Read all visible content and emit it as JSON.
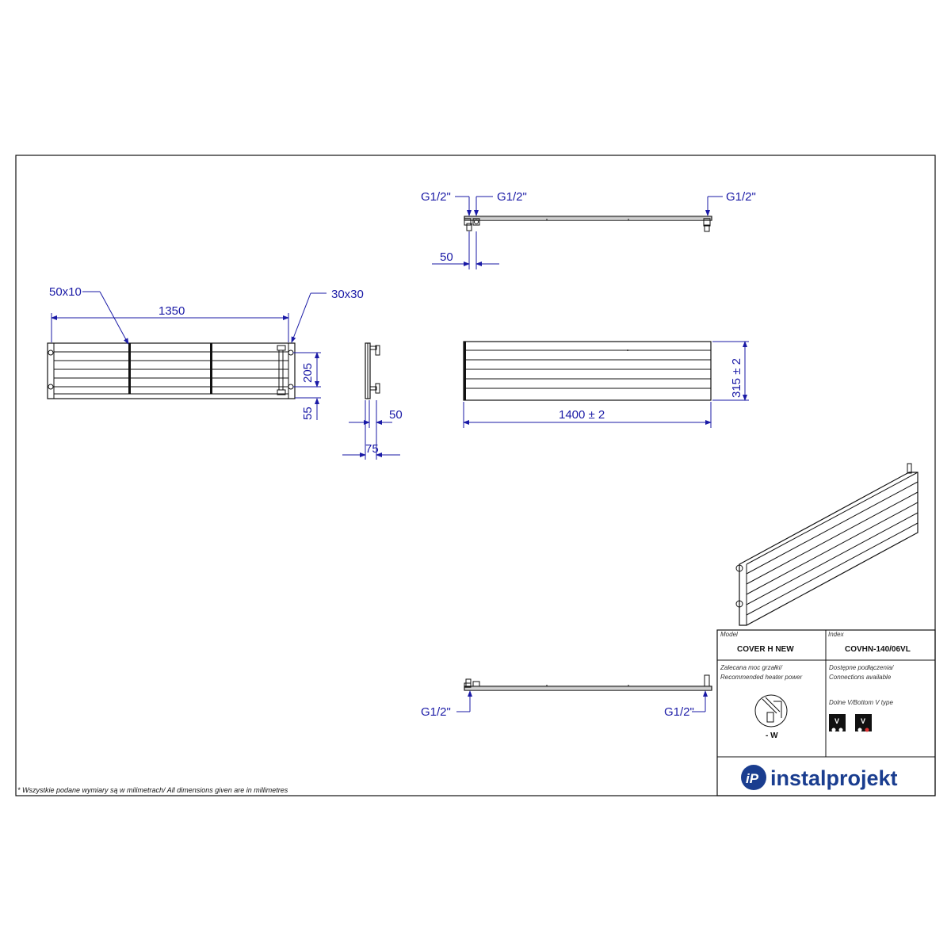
{
  "dimensions": {
    "top_g1": "G1/2\"",
    "top_g2": "G1/2\"",
    "top_g3": "G1/2\"",
    "top_50": "50",
    "label_50x10": "50x10",
    "label_30x30": "30x30",
    "dim_1350": "1350",
    "dim_205": "205",
    "dim_55": "55",
    "side_50": "50",
    "side_75": "75",
    "dim_1400": "1400  ± 2",
    "dim_315": "315  ± 2",
    "bottom_g1": "G1/2\"",
    "bottom_g2": "G1/2\""
  },
  "title_block": {
    "model_label": "Model",
    "model_value": "COVER H NEW",
    "index_label": "Index",
    "index_value": "COVHN-140/06VL",
    "heater_label_pl": "Zalecana moc grzałki/",
    "heater_label_en": "Recommended heater power",
    "heater_value": "- W",
    "connections_label_pl": "Dostępne podłączenia/",
    "connections_label_en": "Connections available",
    "connection_type": "Dolne V/Bottom V type",
    "badge_1": "V",
    "badge_2": "V"
  },
  "footer_note": "* Wszystkie podane wymiary są w milimetrach/ All dimensions given are in millimetres",
  "brand": {
    "logo_mark": "iP",
    "name": "instalprojekt",
    "color": "#1a3d8f"
  },
  "accent_color": "#1a1aa6"
}
